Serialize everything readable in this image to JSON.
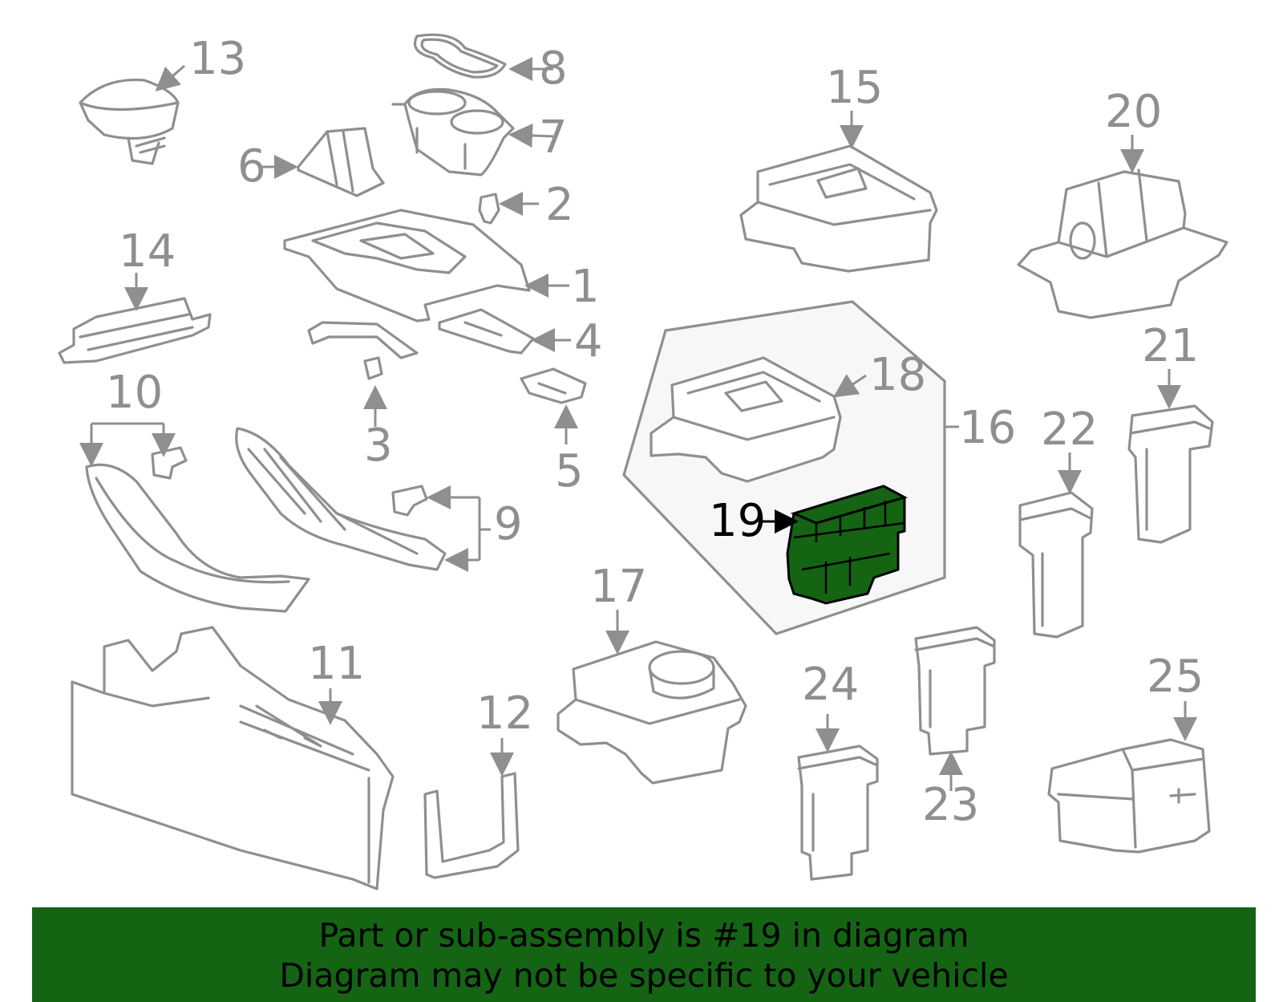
{
  "callouts": {
    "c1": "1",
    "c2": "2",
    "c3": "3",
    "c4": "4",
    "c5": "5",
    "c6": "6",
    "c7": "7",
    "c8": "8",
    "c9": "9",
    "c10": "10",
    "c11": "11",
    "c12": "12",
    "c13": "13",
    "c14": "14",
    "c15": "15",
    "c16": "16",
    "c17": "17",
    "c18": "18",
    "c19": "19",
    "c20": "20",
    "c21": "21",
    "c22": "22",
    "c23": "23",
    "c24": "24",
    "c25": "25"
  },
  "highlight": {
    "part_number": "19",
    "color": "#146414"
  },
  "colors": {
    "line_art": "#8f8f8f",
    "group_box_fill": "#f7f7f7",
    "banner": "#146414"
  },
  "banner": {
    "line1": "Part or sub-assembly is #19 in diagram",
    "line2": "Diagram may not be specific to your vehicle"
  }
}
